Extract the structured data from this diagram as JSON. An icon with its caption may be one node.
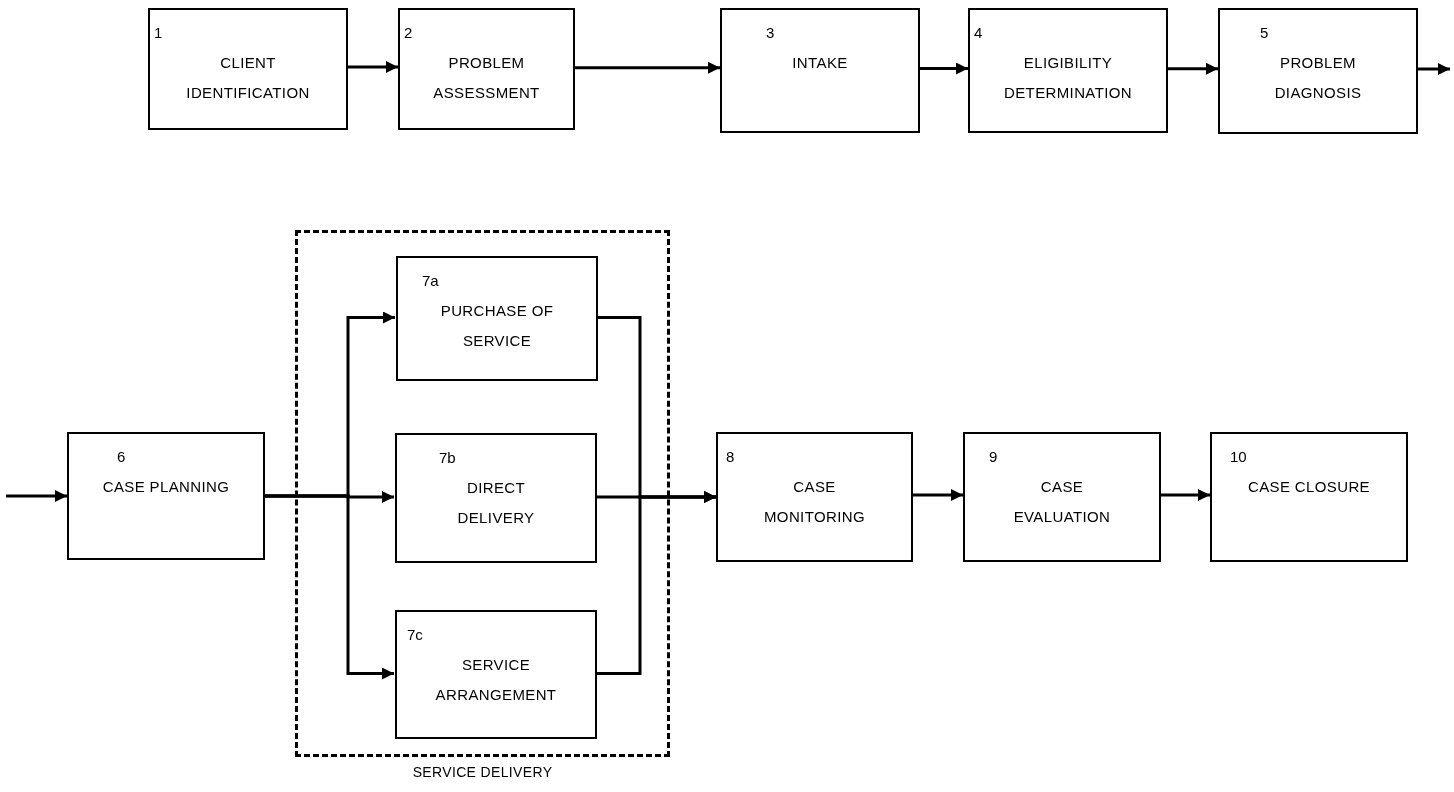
{
  "diagram": {
    "nodes": [
      {
        "text": [
          "1",
          "CLIENT IDENTIFICATION"
        ]
      },
      {
        "text": [
          "2",
          "PROBLEM ASSESSMENT"
        ]
      },
      {
        "text": [
          "3",
          "INTAKE"
        ]
      },
      {
        "text": [
          "4",
          "ELIGIBILITY DETERMINATION"
        ]
      },
      {
        "text": [
          "5",
          "PROBLEM DIAGNOSIS"
        ]
      },
      {
        "text": [
          "6",
          "CASE PLANNING"
        ]
      },
      {
        "text": [
          "SERVICE DELIVERY"
        ]
      },
      {
        "text": [
          "7a",
          "PURCHASE OF SERVICE"
        ],
        "in": 6
      },
      {
        "text": [
          "7b",
          "DIRECT DELIVERY"
        ],
        "in": 6
      },
      {
        "text": [
          "7c",
          "SERVICE ARRANGEMENT"
        ],
        "in": 6
      },
      {
        "text": [
          "8",
          "CASE MONITORING"
        ]
      },
      {
        "text": [
          "9",
          "CASE EVALUATION"
        ]
      },
      {
        "text": [
          "10",
          "CASE CLOSURE"
        ]
      }
    ],
    "edges": [
      {
        "from": 0,
        "to": 1,
        "arrow": "to"
      },
      {
        "from": 1,
        "to": 2,
        "arrow": "to"
      },
      {
        "from": 2,
        "to": 3,
        "arrow": "to"
      },
      {
        "from": 3,
        "to": 4,
        "arrow": "to"
      },
      {
        "from": 4,
        "to": null,
        "arrow": "to"
      },
      {
        "from": null,
        "to": 5,
        "arrow": "to"
      },
      {
        "from": 5,
        "to": 7,
        "arrow": "to"
      },
      {
        "from": 5,
        "to": 8,
        "arrow": "to"
      },
      {
        "from": 5,
        "to": 9,
        "arrow": "to"
      },
      {
        "from": 7,
        "to": 10,
        "arrow": "to"
      },
      {
        "from": 8,
        "to": 10,
        "arrow": "to"
      },
      {
        "from": 9,
        "to": 10,
        "arrow": "to"
      },
      {
        "from": 10,
        "to": 11,
        "arrow": "to"
      },
      {
        "from": 11,
        "to": 12,
        "arrow": "to"
      }
    ]
  }
}
